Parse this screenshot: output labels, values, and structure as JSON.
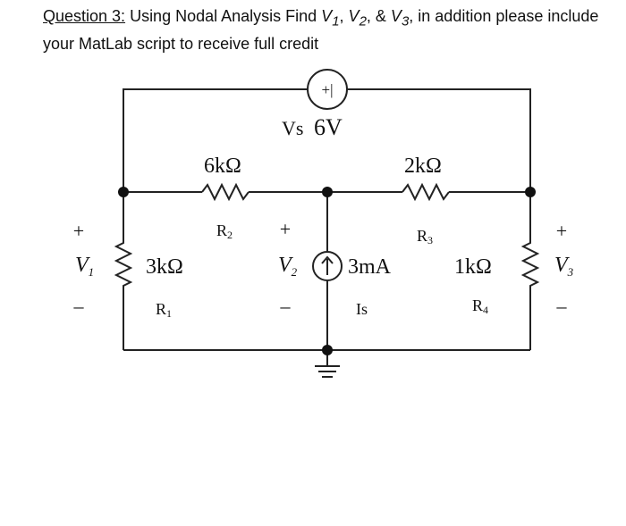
{
  "question": {
    "label": "Question 3:",
    "text_a": " Using Nodal Analysis Find ",
    "v1": "V",
    "v1_sub": "1",
    "sep1": ", ",
    "v2": "V",
    "v2_sub": "2",
    "sep2": ", & ",
    "v3": "V",
    "v3_sub": "3",
    "text_b": ", in addition please include your MatLab script to receive full credit"
  },
  "circuit": {
    "vs": {
      "symbol": "+|",
      "name": "Vs",
      "value": "6V"
    },
    "r1": {
      "name": "R",
      "sub": "1",
      "value": "3kΩ"
    },
    "r2": {
      "name": "R",
      "sub": "2",
      "value": "6kΩ"
    },
    "r3": {
      "name": "R",
      "sub": "3",
      "value": "2kΩ"
    },
    "r4": {
      "name": "R",
      "sub": "4",
      "value": "1kΩ"
    },
    "is": {
      "name": "Is",
      "value": "3mA"
    },
    "v1": {
      "plus": "+",
      "name": "V",
      "sub": "1",
      "minus": "–"
    },
    "v2": {
      "plus": "+",
      "name": "V",
      "sub": "2",
      "minus": "–"
    },
    "v3": {
      "plus": "+",
      "name": "V",
      "sub": "3",
      "minus": "–"
    }
  }
}
